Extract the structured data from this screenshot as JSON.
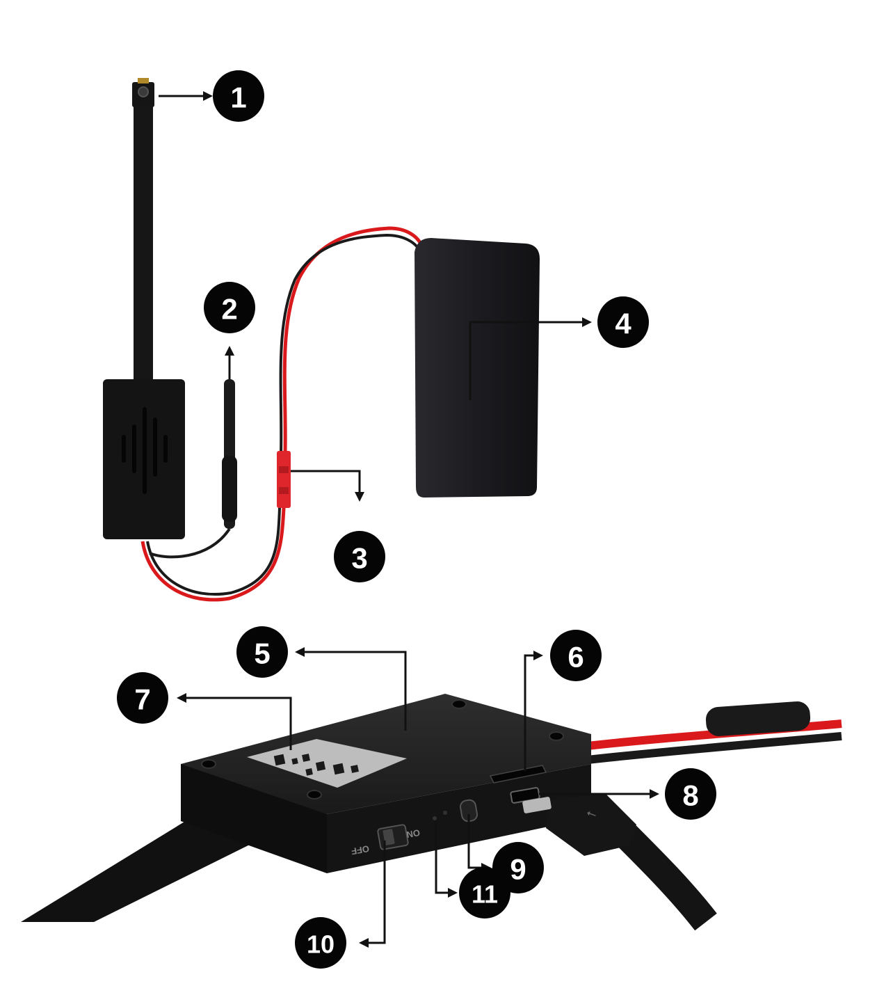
{
  "callouts": [
    {
      "id": "1",
      "label": "1",
      "part": "camera-lens"
    },
    {
      "id": "2",
      "label": "2",
      "part": "wifi-antenna"
    },
    {
      "id": "3",
      "label": "3",
      "part": "power-connector"
    },
    {
      "id": "4",
      "label": "4",
      "part": "battery-pack"
    },
    {
      "id": "5",
      "label": "5",
      "part": "main-board-case"
    },
    {
      "id": "6",
      "label": "6",
      "part": "micro-sd-slot"
    },
    {
      "id": "7",
      "label": "7",
      "part": "qr-code-sticker"
    },
    {
      "id": "8",
      "label": "8",
      "part": "micro-usb-port"
    },
    {
      "id": "9",
      "label": "9",
      "part": "reset-button"
    },
    {
      "id": "10",
      "label": "10",
      "part": "on-off-switch"
    },
    {
      "id": "11",
      "label": "11",
      "part": "indicator-led"
    }
  ],
  "switch_labels": {
    "on": "ON",
    "off": "OFF"
  },
  "usb_symbol": "⭠",
  "colors": {
    "device_black": "#141414",
    "wire_red": "#d9191c",
    "wire_black": "#1a1a1a",
    "connector_red": "#e0262d",
    "sticker_gray": "#b8b8b8",
    "callout": "#050505"
  }
}
